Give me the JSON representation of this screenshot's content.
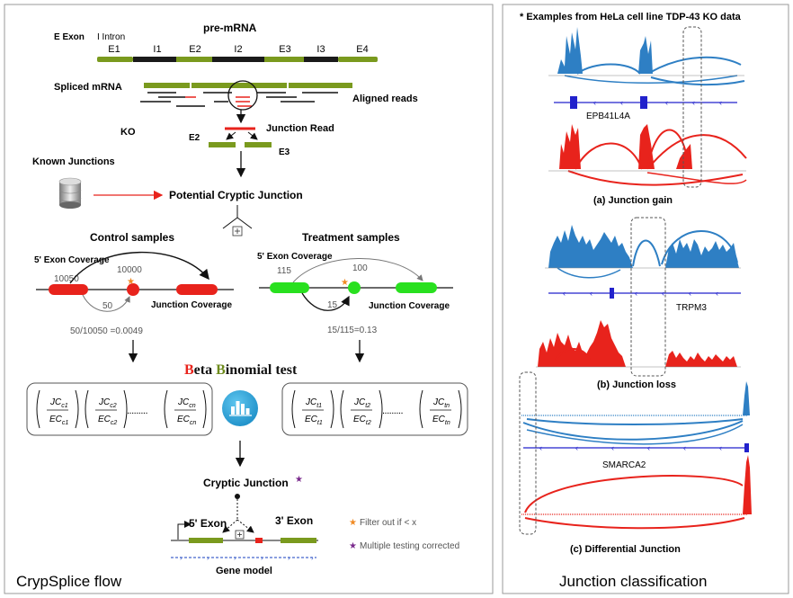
{
  "left": {
    "legend_exon": "E Exon",
    "legend_intron": "I Intron",
    "premrna_title": "pre-mRNA",
    "segments": [
      "E1",
      "I1",
      "E2",
      "I2",
      "E3",
      "I3",
      "E4"
    ],
    "spliced_label": "Spliced mRNA",
    "aligned_label": "Aligned reads",
    "ko_label": "KO",
    "junction_read_label": "Junction Read",
    "e2": "E2",
    "e3": "E3",
    "known_junctions": "Known Junctions",
    "potential_cryptic": "Potential Cryptic Junction",
    "control_title": "Control samples",
    "treatment_title": "Treatment samples",
    "exon5_cov": "5' Exon Coverage",
    "jc_cov": "Junction Coverage",
    "ctrl_exon_val": "10050",
    "ctrl_arc_val": "10000",
    "ctrl_jc_val": "50",
    "ctrl_ratio": "50/10050 =0.0049",
    "trt_exon_val": "115",
    "trt_arc_val": "100",
    "trt_jc_val": "15",
    "trt_ratio": "15/115=0.13",
    "beta_b": "B",
    "beta_rest": "eta ",
    "binom_b": "B",
    "binom_rest": "inomial test",
    "ctrl_fracs": [
      {
        "num": "JC",
        "num_sub": "c1",
        "den": "EC",
        "den_sub": "c1"
      },
      {
        "num": "JC",
        "num_sub": "c2",
        "den": "EC",
        "den_sub": "c2"
      },
      {
        "num": "JC",
        "num_sub": "cn",
        "den": "EC",
        "den_sub": "cn"
      }
    ],
    "trt_fracs": [
      {
        "num": "JC",
        "num_sub": "t1",
        "den": "EC",
        "den_sub": "t1"
      },
      {
        "num": "JC",
        "num_sub": "t2",
        "den": "EC",
        "den_sub": "t2"
      },
      {
        "num": "JC",
        "num_sub": "tn",
        "den": "EC",
        "den_sub": "tn"
      }
    ],
    "cryptic_junction": "Cryptic Junction",
    "exon5": "5' Exon",
    "exon3": "3' Exon",
    "filter_note": "Filter out if < x",
    "mt_note": "Multiple testing corrected",
    "gene_model": "Gene model",
    "panel_title": "CrypSplice flow"
  },
  "right": {
    "header": "* Examples from HeLa cell line TDP-43 KO data",
    "gene1": "EPB41L4A",
    "caption_a": "(a) Junction gain",
    "gene2": "TRPM3",
    "caption_b": "(b) Junction loss",
    "gene3": "SMARCA2",
    "caption_c": "(c) Differential Junction",
    "panel_title": "Junction classification"
  },
  "colors": {
    "exon_green": "#7a9a1e",
    "intron_black": "#1a1a1a",
    "red": "#e8231c",
    "bright_green": "#29e01f",
    "blue": "#2e7fc4",
    "gene_blue": "#2222cc",
    "orange_star": "#f08a24",
    "purple_star": "#7a2a8c",
    "olive": "#6e8b1c"
  },
  "icons": [
    "database-icon",
    "bar-chart-icon",
    "plus-box-icon",
    "star-icon"
  ]
}
